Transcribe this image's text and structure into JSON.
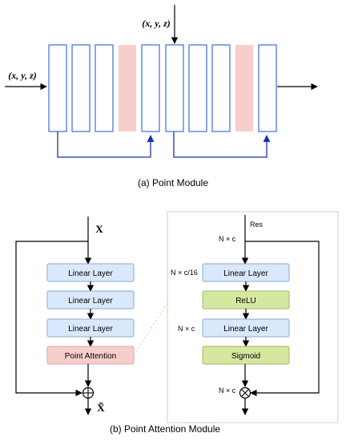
{
  "point_module": {
    "input_label_left": "(x, y, z)",
    "input_label_top": "(x, y, z)",
    "caption": "(a) Point Module",
    "blocks": [
      {
        "kind": "layer"
      },
      {
        "kind": "layer"
      },
      {
        "kind": "layer"
      },
      {
        "kind": "attention"
      },
      {
        "kind": "layer"
      },
      {
        "kind": "layer"
      },
      {
        "kind": "layer"
      },
      {
        "kind": "layer"
      },
      {
        "kind": "attention"
      },
      {
        "kind": "layer"
      }
    ]
  },
  "point_attention_module": {
    "input_label": "X",
    "output_label": "X̃",
    "layers": [
      {
        "label": "Linear Layer"
      },
      {
        "label": "Linear Layer"
      },
      {
        "label": "Linear Layer"
      },
      {
        "label": "Point Attention"
      }
    ],
    "caption": "(b) Point Attention Module"
  },
  "attention_detail": {
    "res_label": "Res",
    "dims": [
      "N × c",
      "N × c/16",
      "N × c",
      "N × c"
    ],
    "layers": [
      {
        "label": "Linear Layer"
      },
      {
        "label": "ReLU"
      },
      {
        "label": "Linear Layer"
      },
      {
        "label": "Sigmoid"
      }
    ]
  },
  "colors": {
    "block_border": "#3b6fd4",
    "attention_fill": "#f8cecc",
    "linear_fill": "#dae8fc",
    "activation_fill": "#d5e8a0",
    "skip_arrow": "#1a2fb0",
    "panel_border": "#e3c7b8"
  }
}
